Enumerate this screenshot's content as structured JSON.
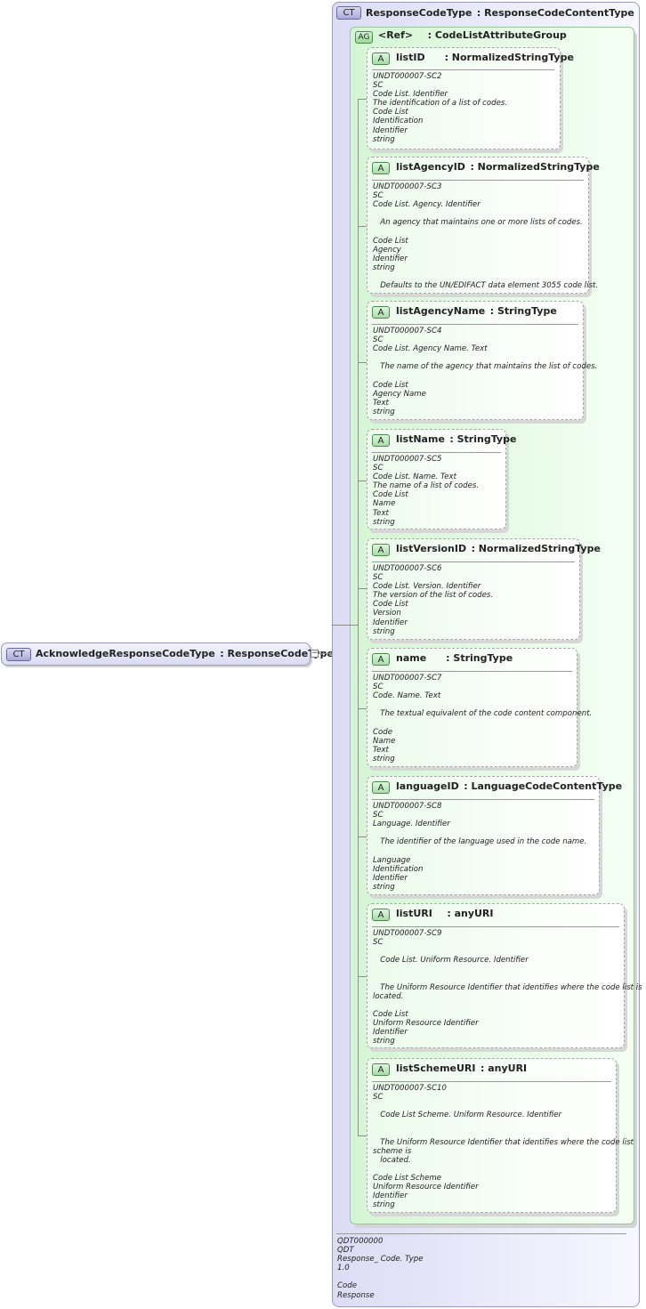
{
  "root": {
    "badge": "CT",
    "title": "AcknowledgeResponseCodeType : ResponseCodeType",
    "collapse_symbol": "−"
  },
  "parent": {
    "badge": "CT",
    "title": "ResponseCodeType : ResponseCodeContentType",
    "notes": [
      "QDT000000",
      "QDT",
      "Response_ Code. Type",
      "1.0",
      "",
      "Code",
      "Response"
    ]
  },
  "group": {
    "badge": "AG",
    "title": "<Ref>  : CodeListAttributeGroup"
  },
  "attributes": [
    {
      "badge": "A",
      "title": "listID  : NormalizedStringType",
      "notes": [
        "UNDT000007-SC2",
        "SC",
        "Code List. Identifier",
        "The identification of a list of codes.",
        "Code List",
        "Identification",
        "Identifier",
        "string"
      ]
    },
    {
      "badge": "A",
      "title": "listAgencyID : NormalizedStringType",
      "notes": [
        "UNDT000007-SC3",
        "SC",
        "Code List. Agency. Identifier",
        "",
        "   An agency that maintains one or more lists of codes.",
        "",
        "Code List",
        "Agency",
        "Identifier",
        "string",
        "",
        "   Defaults to the UN/EDIFACT data element 3055 code list."
      ]
    },
    {
      "badge": "A",
      "title": "listAgencyName : StringType",
      "notes": [
        "UNDT000007-SC4",
        "SC",
        "Code List. Agency Name. Text",
        "",
        "   The name of the agency that maintains the list of codes.",
        "",
        "Code List",
        "Agency Name",
        "Text",
        "string"
      ]
    },
    {
      "badge": "A",
      "title": "listName : StringType",
      "notes": [
        "UNDT000007-SC5",
        "SC",
        "Code List. Name. Text",
        "The name of a list of codes.",
        "Code List",
        "Name",
        "Text",
        "string"
      ]
    },
    {
      "badge": "A",
      "title": "listVersionID : NormalizedStringType",
      "notes": [
        "UNDT000007-SC6",
        "SC",
        "Code List. Version. Identifier",
        "The version of the list of codes.",
        "Code List",
        "Version",
        "Identifier",
        "string"
      ]
    },
    {
      "badge": "A",
      "title": "name  : StringType",
      "notes": [
        "UNDT000007-SC7",
        "SC",
        "Code. Name. Text",
        "",
        "   The textual equivalent of the code content component.",
        "",
        "Code",
        "Name",
        "Text",
        "string"
      ]
    },
    {
      "badge": "A",
      "title": "languageID : LanguageCodeContentType",
      "notes": [
        "UNDT000007-SC8",
        "SC",
        "Language. Identifier",
        "",
        "   The identifier of the language used in the code name.",
        "",
        "Language",
        "Identification",
        "Identifier",
        "string"
      ]
    },
    {
      "badge": "A",
      "title": "listURI  : anyURI",
      "notes": [
        "UNDT000007-SC9",
        "SC",
        "",
        "   Code List. Uniform Resource. Identifier",
        "",
        "",
        "   The Uniform Resource Identifier that identifies where the code list is",
        "located.",
        "",
        "Code List",
        "Uniform Resource Identifier",
        "Identifier",
        "string"
      ]
    },
    {
      "badge": "A",
      "title": "listSchemeURI : anyURI",
      "notes": [
        "UNDT000007-SC10",
        "SC",
        "",
        "   Code List Scheme. Uniform Resource. Identifier",
        "",
        "",
        "   The Uniform Resource Identifier that identifies where the code list",
        "scheme is",
        "   located.",
        "",
        "Code List Scheme",
        "Uniform Resource Identifier",
        "Identifier",
        "string"
      ]
    }
  ]
}
